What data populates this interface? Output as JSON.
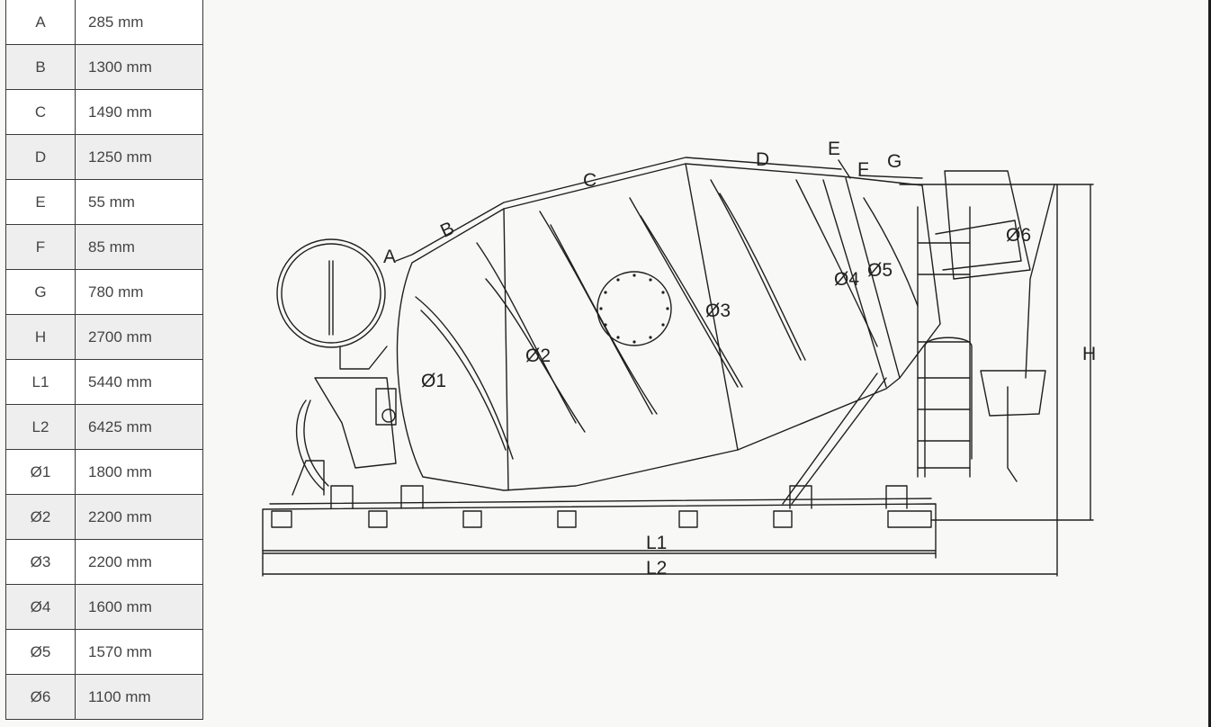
{
  "dimensions": [
    {
      "key": "A",
      "value": "285 mm"
    },
    {
      "key": "B",
      "value": "1300 mm"
    },
    {
      "key": "C",
      "value": "1490 mm"
    },
    {
      "key": "D",
      "value": "1250 mm"
    },
    {
      "key": "E",
      "value": "55 mm"
    },
    {
      "key": "F",
      "value": "85 mm"
    },
    {
      "key": "G",
      "value": "780 mm"
    },
    {
      "key": "H",
      "value": "2700 mm"
    },
    {
      "key": "L1",
      "value": "5440 mm"
    },
    {
      "key": "L2",
      "value": "6425 mm"
    },
    {
      "key": "Ø1",
      "value": "1800 mm"
    },
    {
      "key": "Ø2",
      "value": "2200 mm"
    },
    {
      "key": "Ø3",
      "value": "2200 mm"
    },
    {
      "key": "Ø4",
      "value": "1600 mm"
    },
    {
      "key": "Ø5",
      "value": "1570 mm"
    },
    {
      "key": "Ø6",
      "value": "1100 mm"
    }
  ],
  "drawing_labels": {
    "A": "A",
    "B": "B",
    "C": "C",
    "D": "D",
    "E": "E",
    "F": "F",
    "G": "G",
    "H": "H",
    "L1": "L1",
    "L2": "L2",
    "d1": "Ø1",
    "d2": "Ø2",
    "d3": "Ø3",
    "d4": "Ø4",
    "d5": "Ø5",
    "d6": "Ø6"
  },
  "colors": {
    "line": "#1f1f1f",
    "table_border": "#3a3a3a",
    "row_alt": "#eeeeee"
  }
}
